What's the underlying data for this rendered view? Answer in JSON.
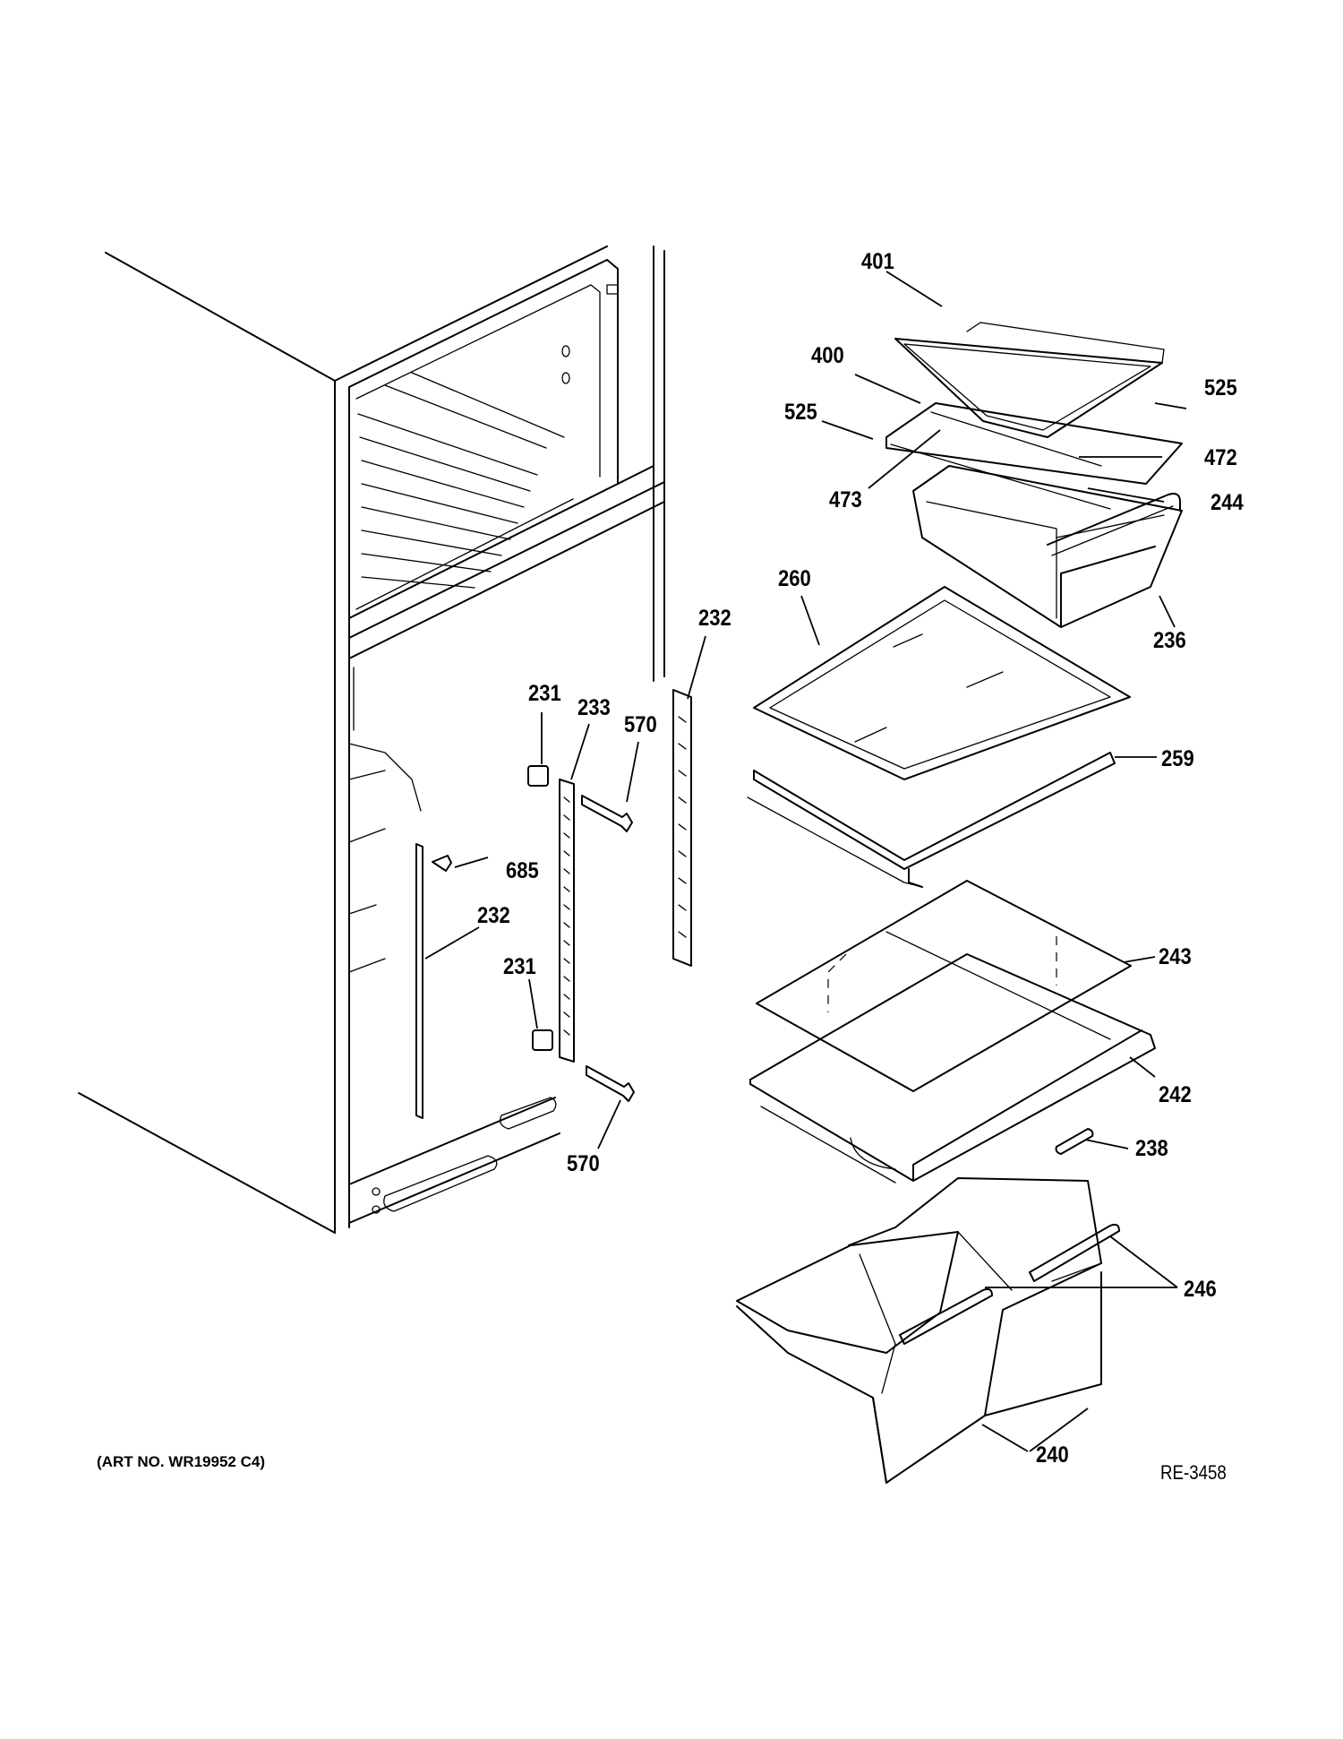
{
  "diagram": {
    "callouts": [
      {
        "id": "c401",
        "label": "401"
      },
      {
        "id": "c400",
        "label": "400"
      },
      {
        "id": "c525a",
        "label": "525"
      },
      {
        "id": "c525b",
        "label": "525"
      },
      {
        "id": "c472",
        "label": "472"
      },
      {
        "id": "c473",
        "label": "473"
      },
      {
        "id": "c244",
        "label": "244"
      },
      {
        "id": "c236",
        "label": "236"
      },
      {
        "id": "c260",
        "label": "260"
      },
      {
        "id": "c232a",
        "label": "232"
      },
      {
        "id": "c231a",
        "label": "231"
      },
      {
        "id": "c233",
        "label": "233"
      },
      {
        "id": "c570a",
        "label": "570"
      },
      {
        "id": "c259",
        "label": "259"
      },
      {
        "id": "c685",
        "label": "685"
      },
      {
        "id": "c232b",
        "label": "232"
      },
      {
        "id": "c243",
        "label": "243"
      },
      {
        "id": "c231b",
        "label": "231"
      },
      {
        "id": "c242",
        "label": "242"
      },
      {
        "id": "c570b",
        "label": "570"
      },
      {
        "id": "c238",
        "label": "238"
      },
      {
        "id": "c246",
        "label": "246"
      },
      {
        "id": "c240",
        "label": "240"
      }
    ],
    "art_number": "(ART NO. WR19952 C4)",
    "drawing_ref": "RE-3458"
  }
}
